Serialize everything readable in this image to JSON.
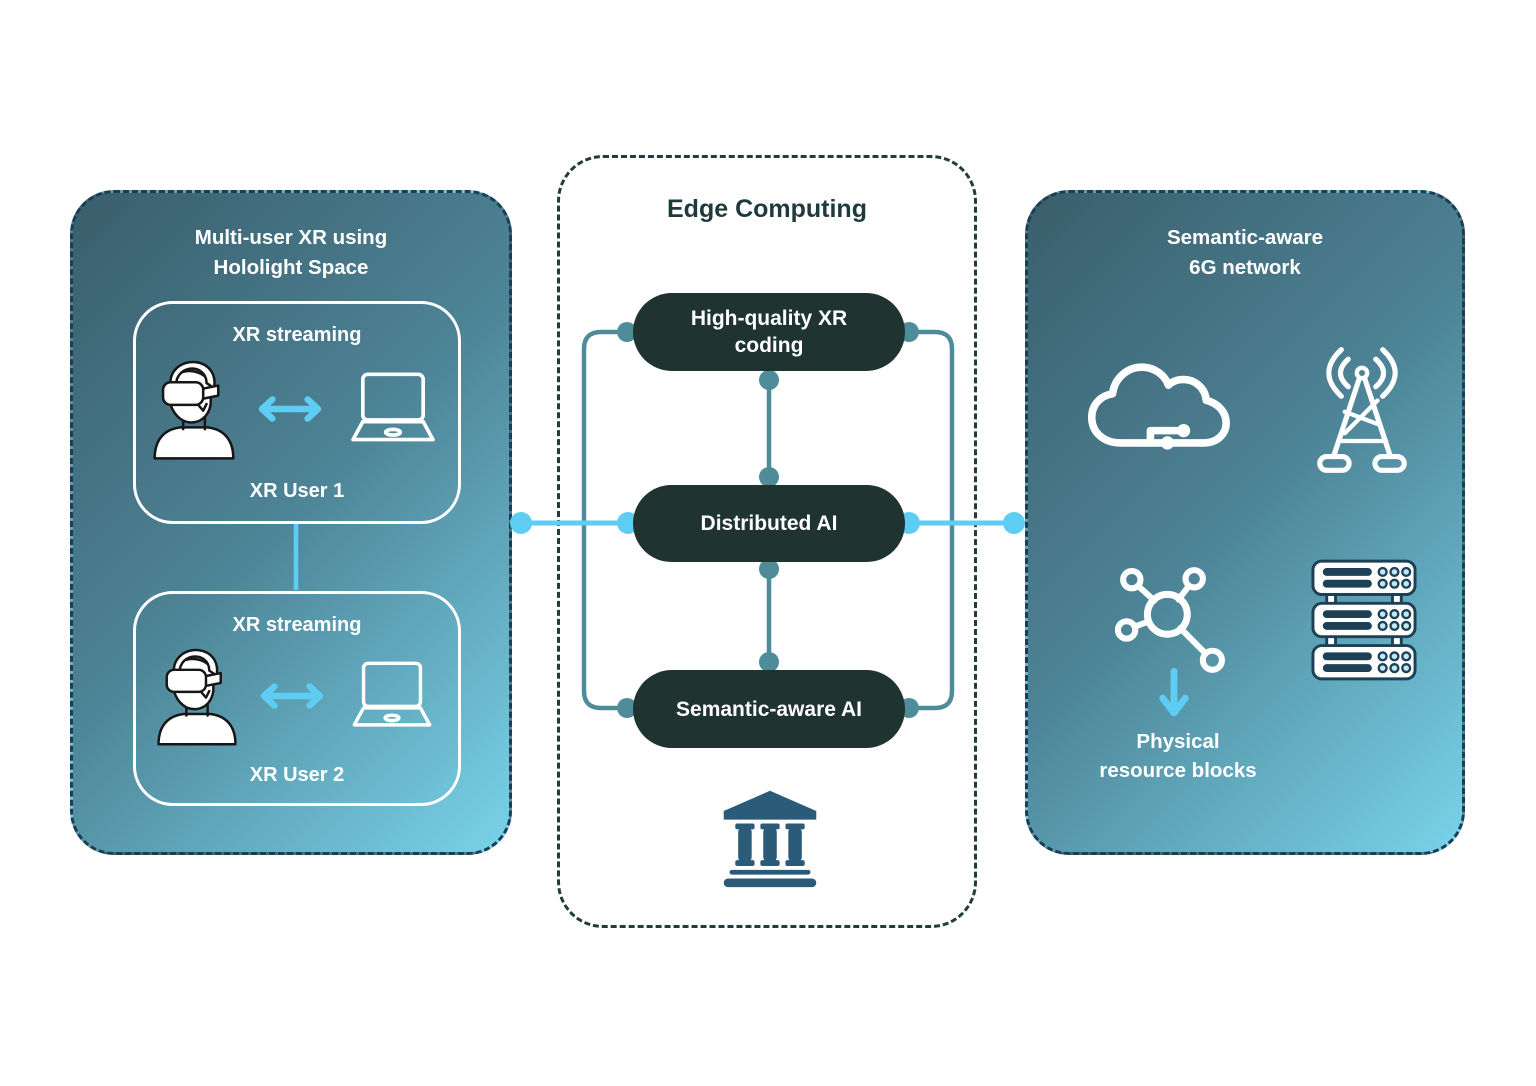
{
  "left_panel": {
    "title_line1": "Multi-user XR using",
    "title_line2": "Hololight Space",
    "boxes": [
      {
        "streaming_label": "XR streaming",
        "user_label": "XR User 1"
      },
      {
        "streaming_label": "XR streaming",
        "user_label": "XR User 2"
      }
    ]
  },
  "center_panel": {
    "title": "Edge Computing",
    "pills": [
      {
        "label": "High-quality XR coding"
      },
      {
        "label": "Distributed AI"
      },
      {
        "label": "Semantic-aware AI"
      }
    ]
  },
  "right_panel": {
    "title_line1": "Semantic-aware",
    "title_line2": "6G network",
    "caption_line1": "Physical",
    "caption_line2": "resource blocks"
  },
  "icons": {
    "vr-user-icon": "person wearing VR headset",
    "bidirectional-arrow-icon": "double-headed horizontal arrow",
    "laptop-icon": "laptop outline",
    "bank-icon": "edge institution / bank building",
    "cloud-icon": "cloud computing with circuit nodes",
    "radio-tower-icon": "antenna tower with signal waves",
    "network-nodes-icon": "hub with connected nodes",
    "down-arrow-icon": "downward arrow",
    "server-rack-icon": "stacked server rack"
  },
  "colors": {
    "panel_gradient_start": "#3a5e6b",
    "panel_gradient_end": "#79d3e9",
    "panel_border": "#1c3e55",
    "center_border": "#223b3e",
    "center_title": "#1e3a3d",
    "pill_background": "#1f3331",
    "connector_teal": "#4f8c99",
    "accent_cyan": "#5ecdf3",
    "bank_icon": "#2a5b78",
    "server_detail": "#1d4056"
  }
}
